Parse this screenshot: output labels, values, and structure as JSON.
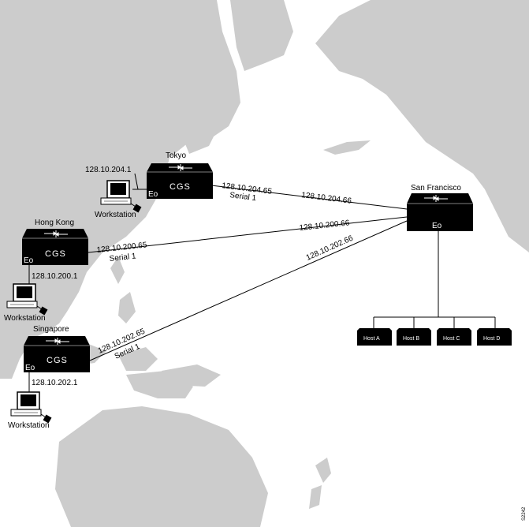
{
  "sites": {
    "tokyo": {
      "name": "Tokyo",
      "device": "CGS",
      "port": "Eo",
      "ip": "128.10.204.1",
      "workstation": "Workstation"
    },
    "hongkong": {
      "name": "Hong Kong",
      "device": "CGS",
      "port": "Eo",
      "ip": "128.10.200.1",
      "workstation": "Workstation"
    },
    "singapore": {
      "name": "Singapore",
      "device": "CGS",
      "port": "Eo",
      "ip": "128.10.202.1",
      "workstation": "Workstation"
    },
    "sanfrancisco": {
      "name": "San Francisco",
      "port": "Eo"
    }
  },
  "links": {
    "tokyo": {
      "local_ip": "128.10.204.65",
      "interface": "Serial 1",
      "remote_ip": "128.10.204.66"
    },
    "hongkong": {
      "local_ip": "128.10.200.65",
      "interface": "Serial 1",
      "remote_ip": "128.10.200.66"
    },
    "singapore": {
      "local_ip": "128.10.202.65",
      "interface": "Serial 1",
      "remote_ip": "128.10.202.66"
    }
  },
  "hosts": [
    "Host A",
    "Host B",
    "Host C",
    "Host D"
  ],
  "figure_id": "S2242",
  "colors": {
    "land": "#cccccc",
    "device": "#000000",
    "background": "#ffffff"
  }
}
